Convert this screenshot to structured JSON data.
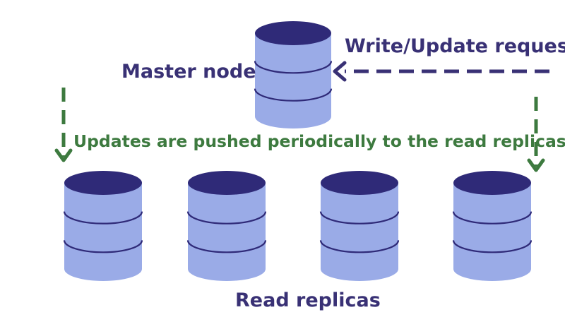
{
  "labels": {
    "master_node": "Master node",
    "write_request": "Write/Update request",
    "push_updates": "Updates are pushed periodically to the read replicas",
    "read_replicas": "Read replicas"
  },
  "colors": {
    "text_navy": "#393175",
    "text_green": "#3d7a3f",
    "cylinder_body": "#9aabe7",
    "cylinder_top": "#2f2a78",
    "cylinder_line": "#2f2a78",
    "arrow_navy": "#393175",
    "arrow_green": "#3d7a3f"
  },
  "nodes": {
    "master": {
      "role": "master",
      "icon": "database-icon"
    },
    "replicas": [
      {
        "role": "read-replica",
        "icon": "database-icon"
      },
      {
        "role": "read-replica",
        "icon": "database-icon"
      },
      {
        "role": "read-replica",
        "icon": "database-icon"
      },
      {
        "role": "read-replica",
        "icon": "database-icon"
      }
    ]
  },
  "edges": [
    {
      "from": "client",
      "to": "master",
      "style": "dashed",
      "label_key": "write_request"
    },
    {
      "from": "master",
      "to": "replicas",
      "style": "dashed",
      "label_key": "push_updates"
    }
  ]
}
